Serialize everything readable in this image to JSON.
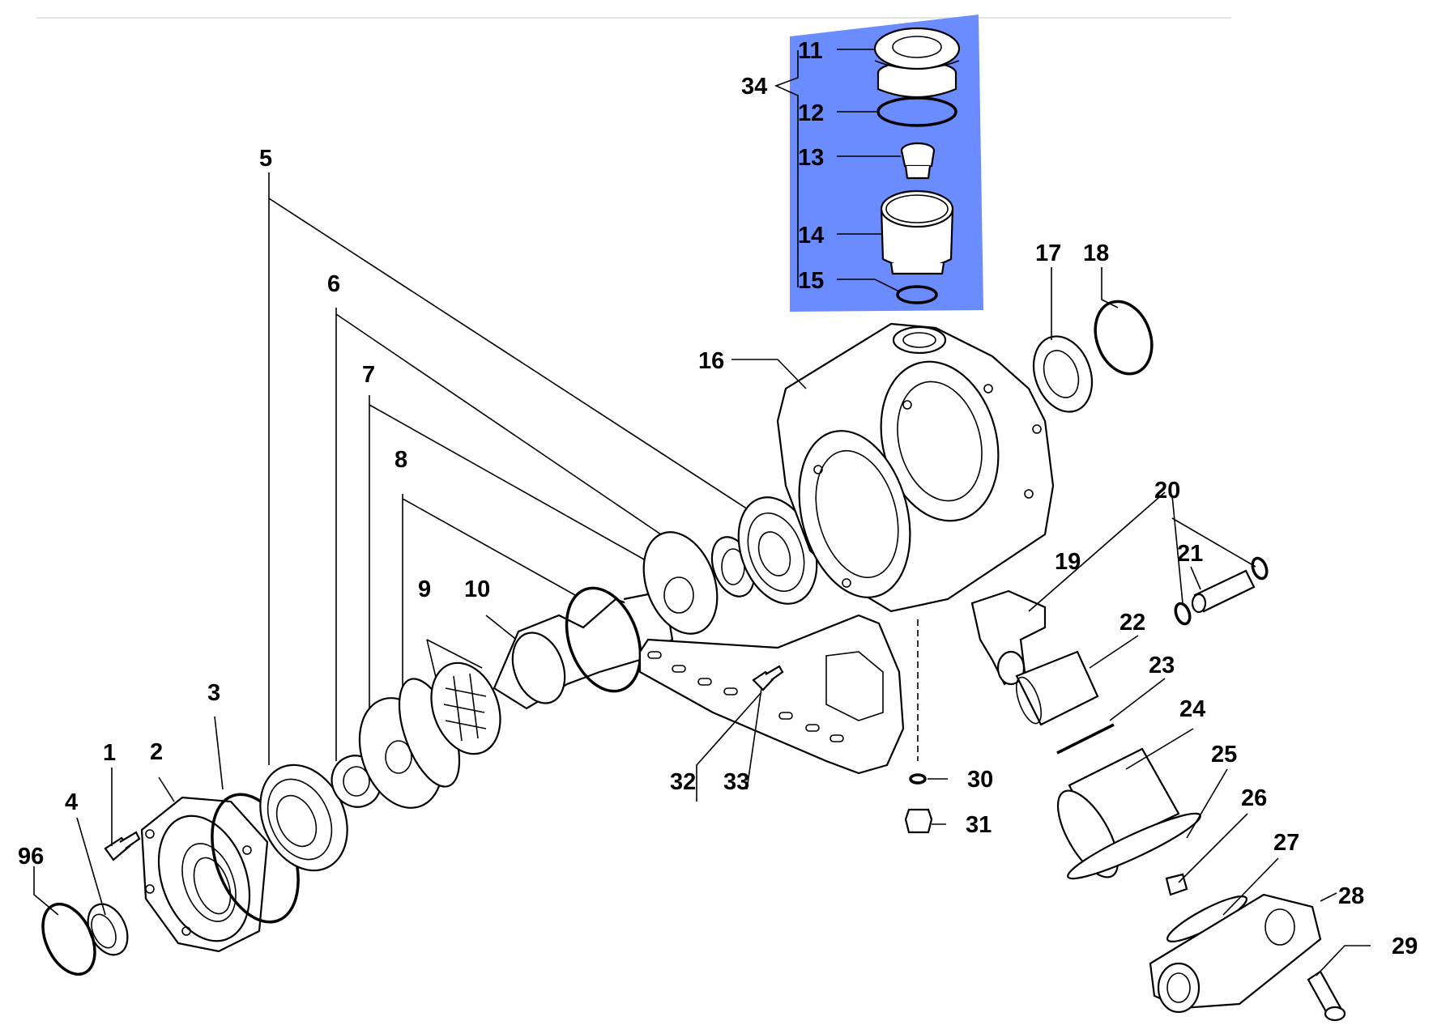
{
  "labels": {
    "l96": "96",
    "l1": "1",
    "l2": "2",
    "l3": "3",
    "l4": "4",
    "l5": "5",
    "l6": "6",
    "l7": "7",
    "l8": "8",
    "l9": "9",
    "l10": "10",
    "l11": "11",
    "l12": "12",
    "l13": "13",
    "l14": "14",
    "l15": "15",
    "l16": "16",
    "l17": "17",
    "l18": "18",
    "l19": "19",
    "l20": "20",
    "l21": "21",
    "l22": "22",
    "l23": "23",
    "l24": "24",
    "l25": "25",
    "l26": "26",
    "l27": "27",
    "l28": "28",
    "l29": "29",
    "l30": "30",
    "l31": "31",
    "l32": "32",
    "l33": "33",
    "l34": "34"
  },
  "colors": {
    "highlight": "#6b8cff",
    "line": "#000000",
    "background": "#ffffff"
  }
}
